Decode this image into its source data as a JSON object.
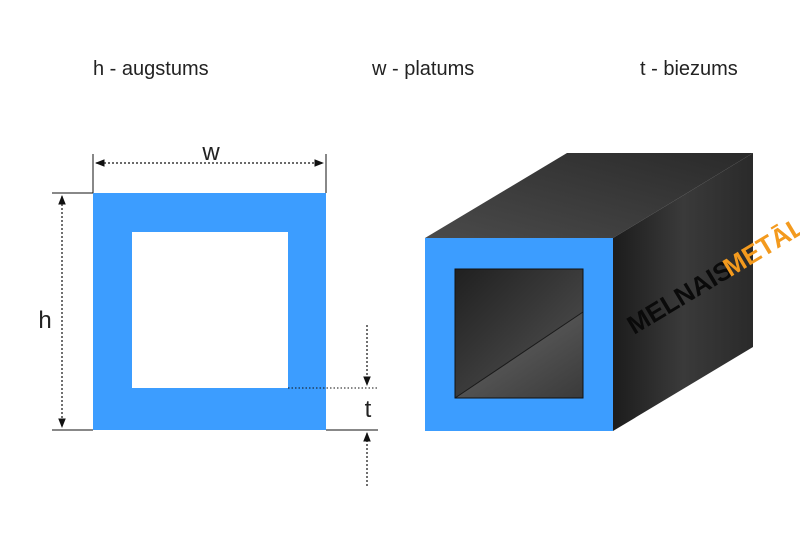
{
  "legend": {
    "height": "h - augstums",
    "width": "w - platums",
    "thickness": "t - biezums"
  },
  "dimensions": {
    "w": "w",
    "h": "h",
    "t": "t"
  },
  "logo": {
    "part1": "MELNAIS",
    "part2": "METĀLS"
  },
  "colors": {
    "profile": "#3c9dff",
    "tube_dark": "#2d2d2d",
    "logo_orange": "#f39a1e",
    "logo_black": "#0a0a0a"
  }
}
